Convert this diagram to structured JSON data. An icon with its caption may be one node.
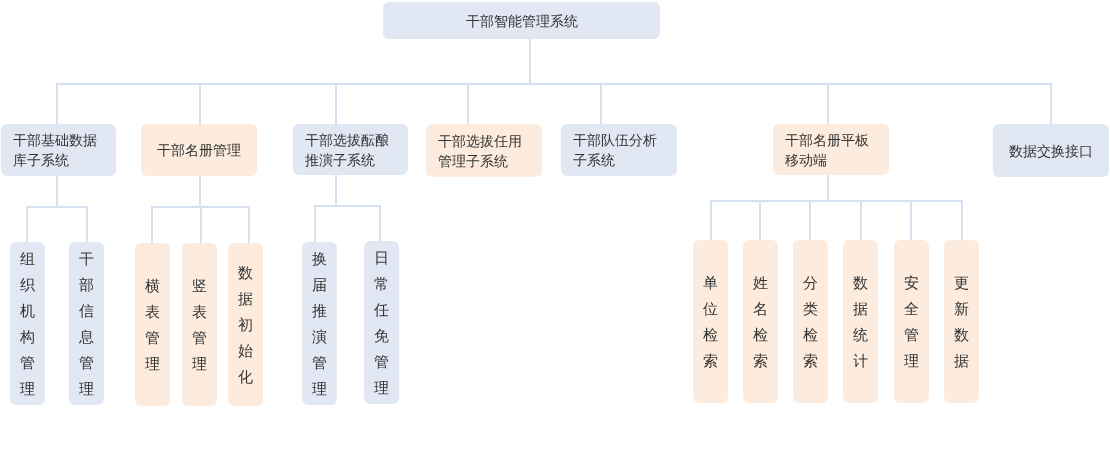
{
  "diagram": {
    "nodes": [
      {
        "text": [
          "干部智能管理系统"
        ]
      },
      {
        "text": [
          "干部基础数据库子系统"
        ]
      },
      {
        "text": [
          "干部名册管理"
        ]
      },
      {
        "text": [
          "干部选拔酝酿推演子系统"
        ]
      },
      {
        "text": [
          "干部选拔任用管理子系统"
        ]
      },
      {
        "text": [
          "干部队伍分析子系统"
        ]
      },
      {
        "text": [
          "干部名册平板移动端"
        ]
      },
      {
        "text": [
          "数据交换接口"
        ]
      },
      {
        "text": [
          "组织机构管理"
        ]
      },
      {
        "text": [
          "干部信息管理"
        ]
      },
      {
        "text": [
          "横表管理"
        ]
      },
      {
        "text": [
          "竖表管理"
        ]
      },
      {
        "text": [
          "数据初始化"
        ]
      },
      {
        "text": [
          "换届推演管理"
        ]
      },
      {
        "text": [
          "日常任免管理"
        ]
      },
      {
        "text": [
          "单位检索"
        ]
      },
      {
        "text": [
          "姓名检索"
        ]
      },
      {
        "text": [
          "分类检索"
        ]
      },
      {
        "text": [
          "数据统计"
        ]
      },
      {
        "text": [
          "安全管理"
        ]
      },
      {
        "text": [
          "更新数据"
        ]
      }
    ],
    "edges": [
      {
        "from": 0,
        "to": 1,
        "arrow": "none"
      },
      {
        "from": 0,
        "to": 2,
        "arrow": "none"
      },
      {
        "from": 0,
        "to": 3,
        "arrow": "none"
      },
      {
        "from": 0,
        "to": 4,
        "arrow": "none"
      },
      {
        "from": 0,
        "to": 5,
        "arrow": "none"
      },
      {
        "from": 0,
        "to": 6,
        "arrow": "none"
      },
      {
        "from": 0,
        "to": 7,
        "arrow": "none"
      },
      {
        "from": 1,
        "to": 8,
        "arrow": "none"
      },
      {
        "from": 1,
        "to": 9,
        "arrow": "none"
      },
      {
        "from": 2,
        "to": 10,
        "arrow": "none"
      },
      {
        "from": 2,
        "to": 11,
        "arrow": "none"
      },
      {
        "from": 2,
        "to": 12,
        "arrow": "none"
      },
      {
        "from": 3,
        "to": 13,
        "arrow": "none"
      },
      {
        "from": 3,
        "to": 14,
        "arrow": "none"
      },
      {
        "from": 6,
        "to": 15,
        "arrow": "none"
      },
      {
        "from": 6,
        "to": 16,
        "arrow": "none"
      },
      {
        "from": 6,
        "to": 17,
        "arrow": "none"
      },
      {
        "from": 6,
        "to": 18,
        "arrow": "none"
      },
      {
        "from": 6,
        "to": 19,
        "arrow": "none"
      },
      {
        "from": 6,
        "to": 20,
        "arrow": "none"
      }
    ]
  }
}
